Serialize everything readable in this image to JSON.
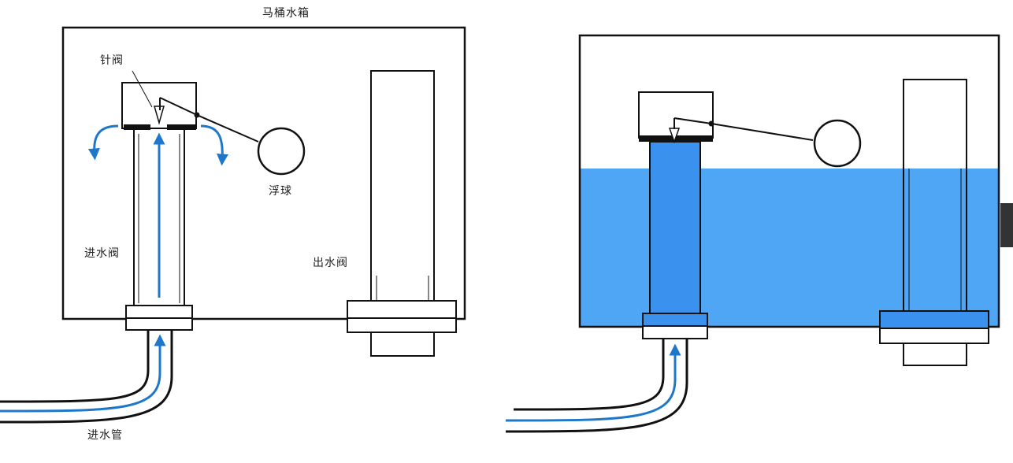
{
  "labels": {
    "tank": "马桶水箱",
    "needle_valve": "针阀",
    "float_ball": "浮球",
    "inlet_valve": "进水阀",
    "outlet_valve": "出水阀",
    "inlet_pipe": "进水管"
  },
  "colors": {
    "outline": "#111111",
    "flow_arrow": "#1f77c9",
    "water": "#4ea6f5",
    "water_dark": "#2f86e6",
    "pipe_inner": "#1f77c9"
  },
  "icons": [
    "flow-arrow-icon",
    "float-ball-icon",
    "needle-valve-icon"
  ]
}
